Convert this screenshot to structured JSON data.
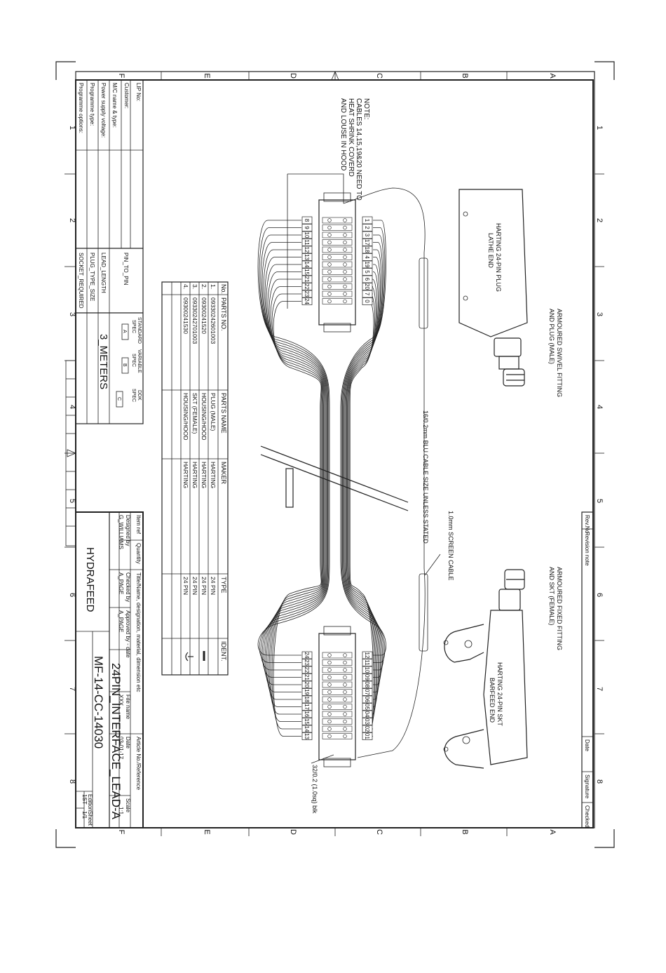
{
  "border": {
    "row_letters": [
      "A",
      "B",
      "C",
      "D",
      "E",
      "F"
    ],
    "col_numbers": [
      "1",
      "2",
      "3",
      "4",
      "5",
      "6",
      "7",
      "8"
    ]
  },
  "note": {
    "lines": [
      "NOTE:",
      "CABLES 14,15,19&20 NEED TO",
      "HEAT SHRINK COVERD",
      "AND LOUSE IN HOOD"
    ]
  },
  "plug": {
    "title_lines": [
      "HARTING 24-PIN PLUG",
      "LATHE END"
    ],
    "fitting_lines": [
      "ARMOURED SWIVEL FITTING",
      "AND PLUG (MALE)"
    ]
  },
  "socket": {
    "title_lines": [
      "HARTING 24-PIN SKT",
      "BARFEED END"
    ],
    "fitting_lines": [
      "ARMOURED FIXED FITTING",
      "AND SKT (FEMALE)"
    ]
  },
  "cable_notes": {
    "main_cable": "16/0.2mm BLU   CABLE SIZE UNLESS STATED",
    "screen_cable": "1.0mm SCREEN CABLE",
    "earth_cable": "32/0.2 (1.0sq) blk"
  },
  "pins": {
    "top_left": [
      "8",
      "9",
      "10",
      "11",
      "12",
      "13",
      "14",
      "15",
      "21",
      "22",
      "23",
      "24"
    ],
    "top_right": [
      "1",
      "2",
      "3",
      "17",
      "18",
      "4",
      "19",
      "5",
      "6",
      "20",
      "7",
      "0"
    ],
    "bottom_left": [
      "24",
      "23",
      "22",
      "21",
      "20",
      "19",
      "18",
      "17",
      "16",
      "15",
      "14",
      "13"
    ],
    "bottom_right": [
      "12",
      "11",
      "10",
      "09",
      "08",
      "07",
      "06",
      "05",
      "04",
      "03",
      "02",
      "01"
    ]
  },
  "parts_table": {
    "headers": [
      "No.",
      "PARTS NO.",
      "PARTS NAME",
      "MAKER",
      "TYPE",
      "IDENT."
    ],
    "rows": [
      [
        "1.",
        "09330242601003",
        "PLUG (MALE)",
        "HARTING",
        "24 PIN",
        ""
      ],
      [
        "2.",
        "09300241520",
        "HOUSING/HOOD",
        "HARTING",
        "24 PIN",
        ""
      ],
      [
        "3.",
        "09330242701003",
        "SKT (FEMALE)",
        "HARTING",
        "24 PIN",
        ""
      ],
      [
        "4.",
        "09300241530",
        "HOUSING/HOOD",
        "HARTING",
        "24 PIN",
        ""
      ]
    ]
  },
  "info_block": {
    "labels": [
      "LIP No:",
      "Customer:",
      "M/C name & type:",
      "Power supply voltage:",
      "Programme type:",
      "Programme options:"
    ],
    "pin_to_pin": "PIN_TO_PIN",
    "lead_length_label": "LEAD_LENGTH",
    "lead_length_value": "3_METERS",
    "plug_type_label": "PLUG_TYPE_SIZE",
    "socket_label": "SOCKET_REQUIRED",
    "spec_labels": [
      [
        "STANDARD",
        "SPEC"
      ],
      [
        "VARIABLE",
        "SPEC"
      ],
      [
        "DDK",
        "SPEC"
      ]
    ],
    "spec_boxes": [
      "A",
      "B",
      "C"
    ]
  },
  "title_block": {
    "company": "HYDRAFEED",
    "headers": [
      "Item ref",
      "Quantity",
      "Title/Name, designation, material, dimension etc",
      "Article No./Reference"
    ],
    "designed_by_label": "Designed by",
    "designed_by": "G_WILLIAMS",
    "checked_by_label": "Checked by",
    "checked_by": "A_PAGE",
    "approved_label": "Approved by - date",
    "approved_by": "A_PAGE",
    "file_name_label": "File name",
    "file_name": "XXX",
    "date_label": "Date",
    "date": "03-01-17",
    "scale_label": "Scale",
    "scale": "1:1",
    "drawing_title": "24PIN_INTERFACE_LEAD-A",
    "drawing_number": "MF-14-CC-14030",
    "edition_label": "Edition",
    "edition": "1ST",
    "sheet_label": "Sheet",
    "sheet": "1/1"
  },
  "revision_block": {
    "headers": [
      "Rev.No",
      "Revision note",
      "Date",
      "Signature",
      "Checked"
    ]
  }
}
